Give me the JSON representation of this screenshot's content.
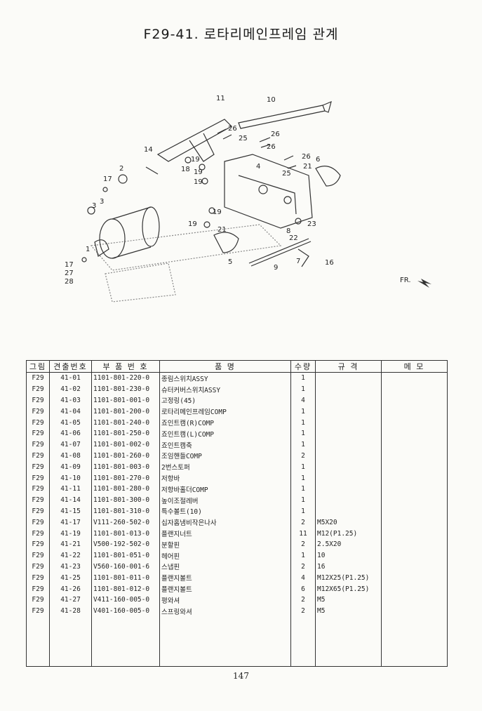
{
  "page": {
    "title": "F29-41. 로타리메인프레임 관계",
    "page_number": "147"
  },
  "diagram": {
    "callouts": [
      "11",
      "10",
      "26",
      "25",
      "26",
      "26",
      "14",
      "19",
      "18",
      "19",
      "19",
      "4",
      "26",
      "6",
      "21",
      "2",
      "17",
      "25",
      "3",
      "3",
      "19",
      "23",
      "8",
      "19",
      "21",
      "22",
      "1",
      "7",
      "16",
      "5",
      "9",
      "17",
      "27",
      "28"
    ],
    "front_label": "FR."
  },
  "table": {
    "headers": [
      "그림",
      "견출번호",
      "부 품 번 호",
      "품            명",
      "수량",
      "규    격",
      "메    모"
    ],
    "rows": [
      [
        "F29",
        "41-01",
        "1101-801-220-0",
        "종림스위치ASSY",
        "1",
        ""
      ],
      [
        "F29",
        "41-02",
        "1101-801-230-0",
        "슈터커버스위치ASSY",
        "1",
        ""
      ],
      [
        "F29",
        "41-03",
        "1101-801-001-0",
        "고정링(45)",
        "4",
        ""
      ],
      [
        "F29",
        "41-04",
        "1101-801-200-0",
        "로타리메인프레임COMP",
        "1",
        ""
      ],
      [
        "F29",
        "41-05",
        "1101-801-240-0",
        "죠인트캠(R)COMP",
        "1",
        ""
      ],
      [
        "F29",
        "41-06",
        "1101-801-250-0",
        "죠인트캠(L)COMP",
        "1",
        ""
      ],
      [
        "F29",
        "41-07",
        "1101-801-002-0",
        "죠인트캠축",
        "1",
        ""
      ],
      [
        "F29",
        "41-08",
        "1101-801-260-0",
        "조임핸들COMP",
        "2",
        ""
      ],
      [
        "F29",
        "41-09",
        "1101-801-003-0",
        "2번스토퍼",
        "1",
        ""
      ],
      [
        "F29",
        "41-10",
        "1101-801-270-0",
        "저항바",
        "1",
        ""
      ],
      [
        "F29",
        "41-11",
        "1101-801-280-0",
        "저항바홀더COMP",
        "1",
        ""
      ],
      [
        "F29",
        "41-14",
        "1101-801-300-0",
        "높이조절레버",
        "1",
        ""
      ],
      [
        "F29",
        "41-15",
        "1101-801-310-0",
        "특수볼트(10)",
        "1",
        ""
      ],
      [
        "F29",
        "41-17",
        "V111-260-502-0",
        "십자홈냄비작은나사",
        "2",
        "M5X20"
      ],
      [
        "F29",
        "41-19",
        "1101-801-013-0",
        "플랜지너트",
        "11",
        "M12(P1.25)"
      ],
      [
        "F29",
        "41-21",
        "V500-192-502-0",
        "분할핀",
        "2",
        "2.5X20"
      ],
      [
        "F29",
        "41-22",
        "1101-801-051-0",
        "헤어핀",
        "1",
        "10"
      ],
      [
        "F29",
        "41-23",
        "V560-160-001-6",
        "스냅핀",
        "2",
        "16"
      ],
      [
        "F29",
        "41-25",
        "1101-801-011-0",
        "플랜지볼트",
        "4",
        "M12X25(P1.25)"
      ],
      [
        "F29",
        "41-26",
        "1101-801-012-0",
        "플랜지볼트",
        "6",
        "M12X65(P1.25)"
      ],
      [
        "F29",
        "41-27",
        "V411-160-005-0",
        "평와셔",
        "2",
        "M5"
      ],
      [
        "F29",
        "41-28",
        "V401-160-005-0",
        "스프링와셔",
        "2",
        "M5"
      ]
    ]
  }
}
